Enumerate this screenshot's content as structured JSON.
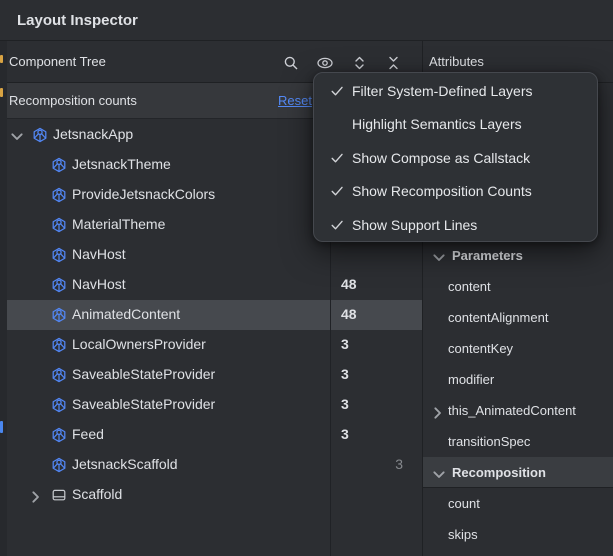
{
  "window": {
    "title": "Layout Inspector"
  },
  "component_tree": {
    "header": "Component Tree",
    "toolbar_icons": [
      "search-icon",
      "eye-icon",
      "expand-all-icon",
      "collapse-all-icon"
    ],
    "banner": {
      "label": "Recomposition counts",
      "action": "Reset"
    },
    "rows": [
      {
        "label": "JetsnackApp",
        "depth": 0,
        "icon": "compose-node",
        "chevron": "expanded"
      },
      {
        "label": "JetsnackTheme",
        "depth": 1,
        "icon": "compose-node"
      },
      {
        "label": "ProvideJetsnackColors",
        "depth": 1,
        "icon": "compose-node"
      },
      {
        "label": "MaterialTheme",
        "depth": 1,
        "icon": "compose-node"
      },
      {
        "label": "NavHost",
        "depth": 1,
        "icon": "compose-node"
      },
      {
        "label": "NavHost",
        "depth": 1,
        "icon": "compose-node",
        "count": "48"
      },
      {
        "label": "AnimatedContent",
        "depth": 1,
        "icon": "compose-node",
        "count": "48",
        "selected": true
      },
      {
        "label": "LocalOwnersProvider",
        "depth": 1,
        "icon": "compose-node",
        "count": "3"
      },
      {
        "label": "SaveableStateProvider",
        "depth": 1,
        "icon": "compose-node",
        "count": "3"
      },
      {
        "label": "SaveableStateProvider",
        "depth": 1,
        "icon": "compose-node",
        "count": "3"
      },
      {
        "label": "Feed",
        "depth": 1,
        "icon": "compose-node",
        "count": "3"
      },
      {
        "label": "JetsnackScaffold",
        "depth": 1,
        "icon": "compose-node",
        "skips": "3"
      },
      {
        "label": "Scaffold",
        "depth": 1,
        "icon": "scaffold-node",
        "chevron": "collapsed"
      }
    ]
  },
  "view_menu": {
    "items": [
      {
        "label": "Filter System-Defined Layers",
        "checked": true
      },
      {
        "label": "Highlight Semantics Layers",
        "checked": false
      },
      {
        "label": "Show Compose as Callstack",
        "checked": true
      },
      {
        "label": "Show Recomposition Counts",
        "checked": true
      },
      {
        "label": "Show Support Lines",
        "checked": true
      }
    ]
  },
  "attributes": {
    "header": "Attributes",
    "sections": [
      {
        "label": "Parameters",
        "expanded": true,
        "highlighted": false,
        "items": [
          {
            "label": "content"
          },
          {
            "label": "contentAlignment"
          },
          {
            "label": "contentKey"
          },
          {
            "label": "modifier"
          },
          {
            "label": "this_AnimatedContent",
            "expandable": true
          },
          {
            "label": "transitionSpec"
          }
        ]
      },
      {
        "label": "Recomposition",
        "expanded": true,
        "highlighted": true,
        "items": [
          {
            "label": "count"
          },
          {
            "label": "skips"
          }
        ]
      }
    ]
  },
  "colors": {
    "panel_bg": "#2c2e32",
    "banner_bg": "#36383c",
    "selection_bg": "#46494e",
    "accent_blue": "#548af7",
    "node_icon_blue": "#5287f5",
    "dim_text": "#85888d",
    "menu_bg": "#2e3135",
    "stripe_mark_yellow": "#d9a343",
    "stripe_mark_blue": "#4a87f0"
  }
}
